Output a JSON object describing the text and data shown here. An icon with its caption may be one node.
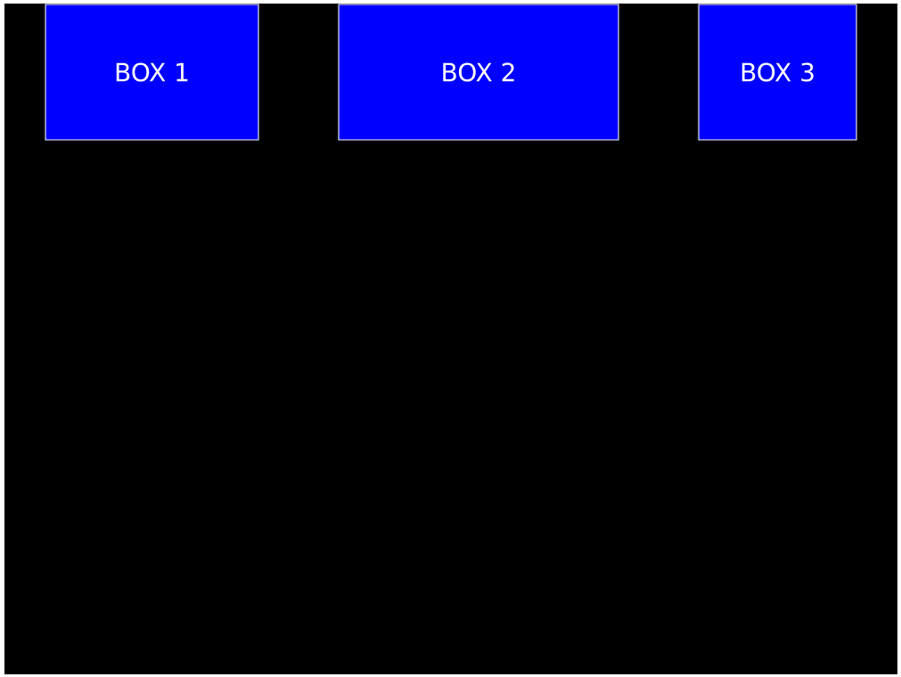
{
  "diagram": {
    "nodes": [
      {
        "text": [
          "BOX 1"
        ]
      },
      {
        "text": [
          "BOX 2"
        ]
      },
      {
        "text": [
          "BOX 3"
        ]
      }
    ]
  }
}
